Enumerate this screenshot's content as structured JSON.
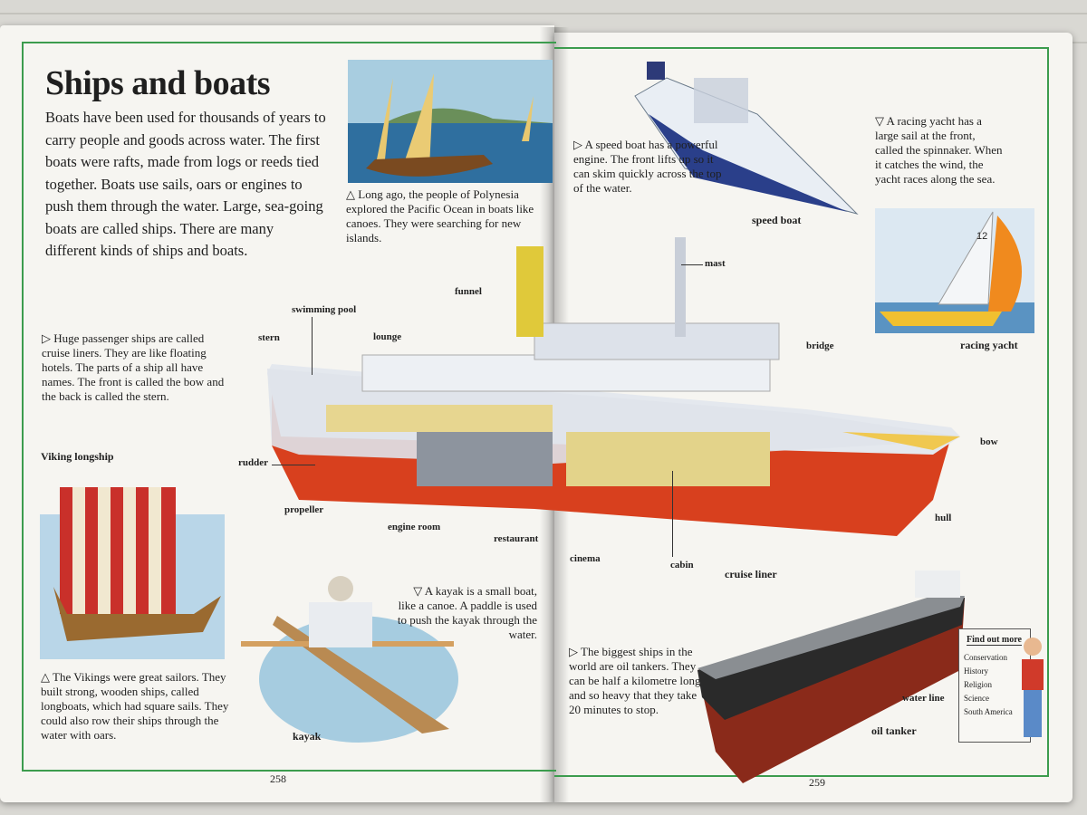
{
  "left_page": {
    "title": "Ships and boats",
    "intro": "Boats have been used for thousands of years to carry people and goods across water. The first boats were rafts, made from logs or reeds tied together. Boats use sails, oars or engines to push them through the water. Large, sea-going boats are called ships. There are many different kinds of ships and boats.",
    "polynesia_caption": "△ Long ago, the people of Polynesia explored the Pacific Ocean in boats like canoes. They were searching for new islands.",
    "cruise_caption": "▷ Huge passenger ships are called cruise liners. They are like floating hotels. The parts of a ship all have names. The front is called the bow and the back is called the stern.",
    "viking_heading": "Viking longship",
    "viking_caption": "△ The Vikings were great sailors. They built strong, wooden ships, called longboats, which had square sails. They could also row their ships through the water with oars.",
    "kayak_caption": "▽ A kayak is a small boat, like a canoe. A paddle is used to push the kayak through the water.",
    "kayak_label": "kayak",
    "page_number": "258",
    "ship_labels": {
      "funnel": "funnel",
      "swimming_pool": "swimming pool",
      "stern": "stern",
      "lounge": "lounge",
      "rudder": "rudder",
      "propeller": "propeller",
      "engine_room": "engine room",
      "restaurant": "restaurant"
    }
  },
  "right_page": {
    "speedboat_caption": "▷ A speed boat has a powerful engine. The front lifts up so it can skim quickly across the top of the water.",
    "speedboat_label": "speed boat",
    "yacht_caption": "▽ A racing yacht has a large sail at the front, called the spinnaker. When it catches the wind, the yacht races along the sea.",
    "yacht_label": "racing yacht",
    "yacht_sail_number": "12",
    "ship_labels": {
      "mast": "mast",
      "bridge": "bridge",
      "bow": "bow",
      "hull": "hull",
      "cinema": "cinema",
      "cabin": "cabin"
    },
    "cruise_liner_label": "cruise liner",
    "tanker_caption": "▷ The biggest ships in the world are oil tankers. They can be half a kilometre long and so heavy that they take 20 minutes to stop.",
    "water_line_label": "water line",
    "oil_tanker_label": "oil tanker",
    "find_out_more": {
      "heading": "Find out more",
      "items": [
        "Conservation",
        "History",
        "Religion",
        "Science",
        "South America"
      ]
    },
    "page_number": "259"
  },
  "colors": {
    "frame": "#3c9c4e",
    "hull_red": "#d8401e",
    "page": "#f6f5f1"
  }
}
